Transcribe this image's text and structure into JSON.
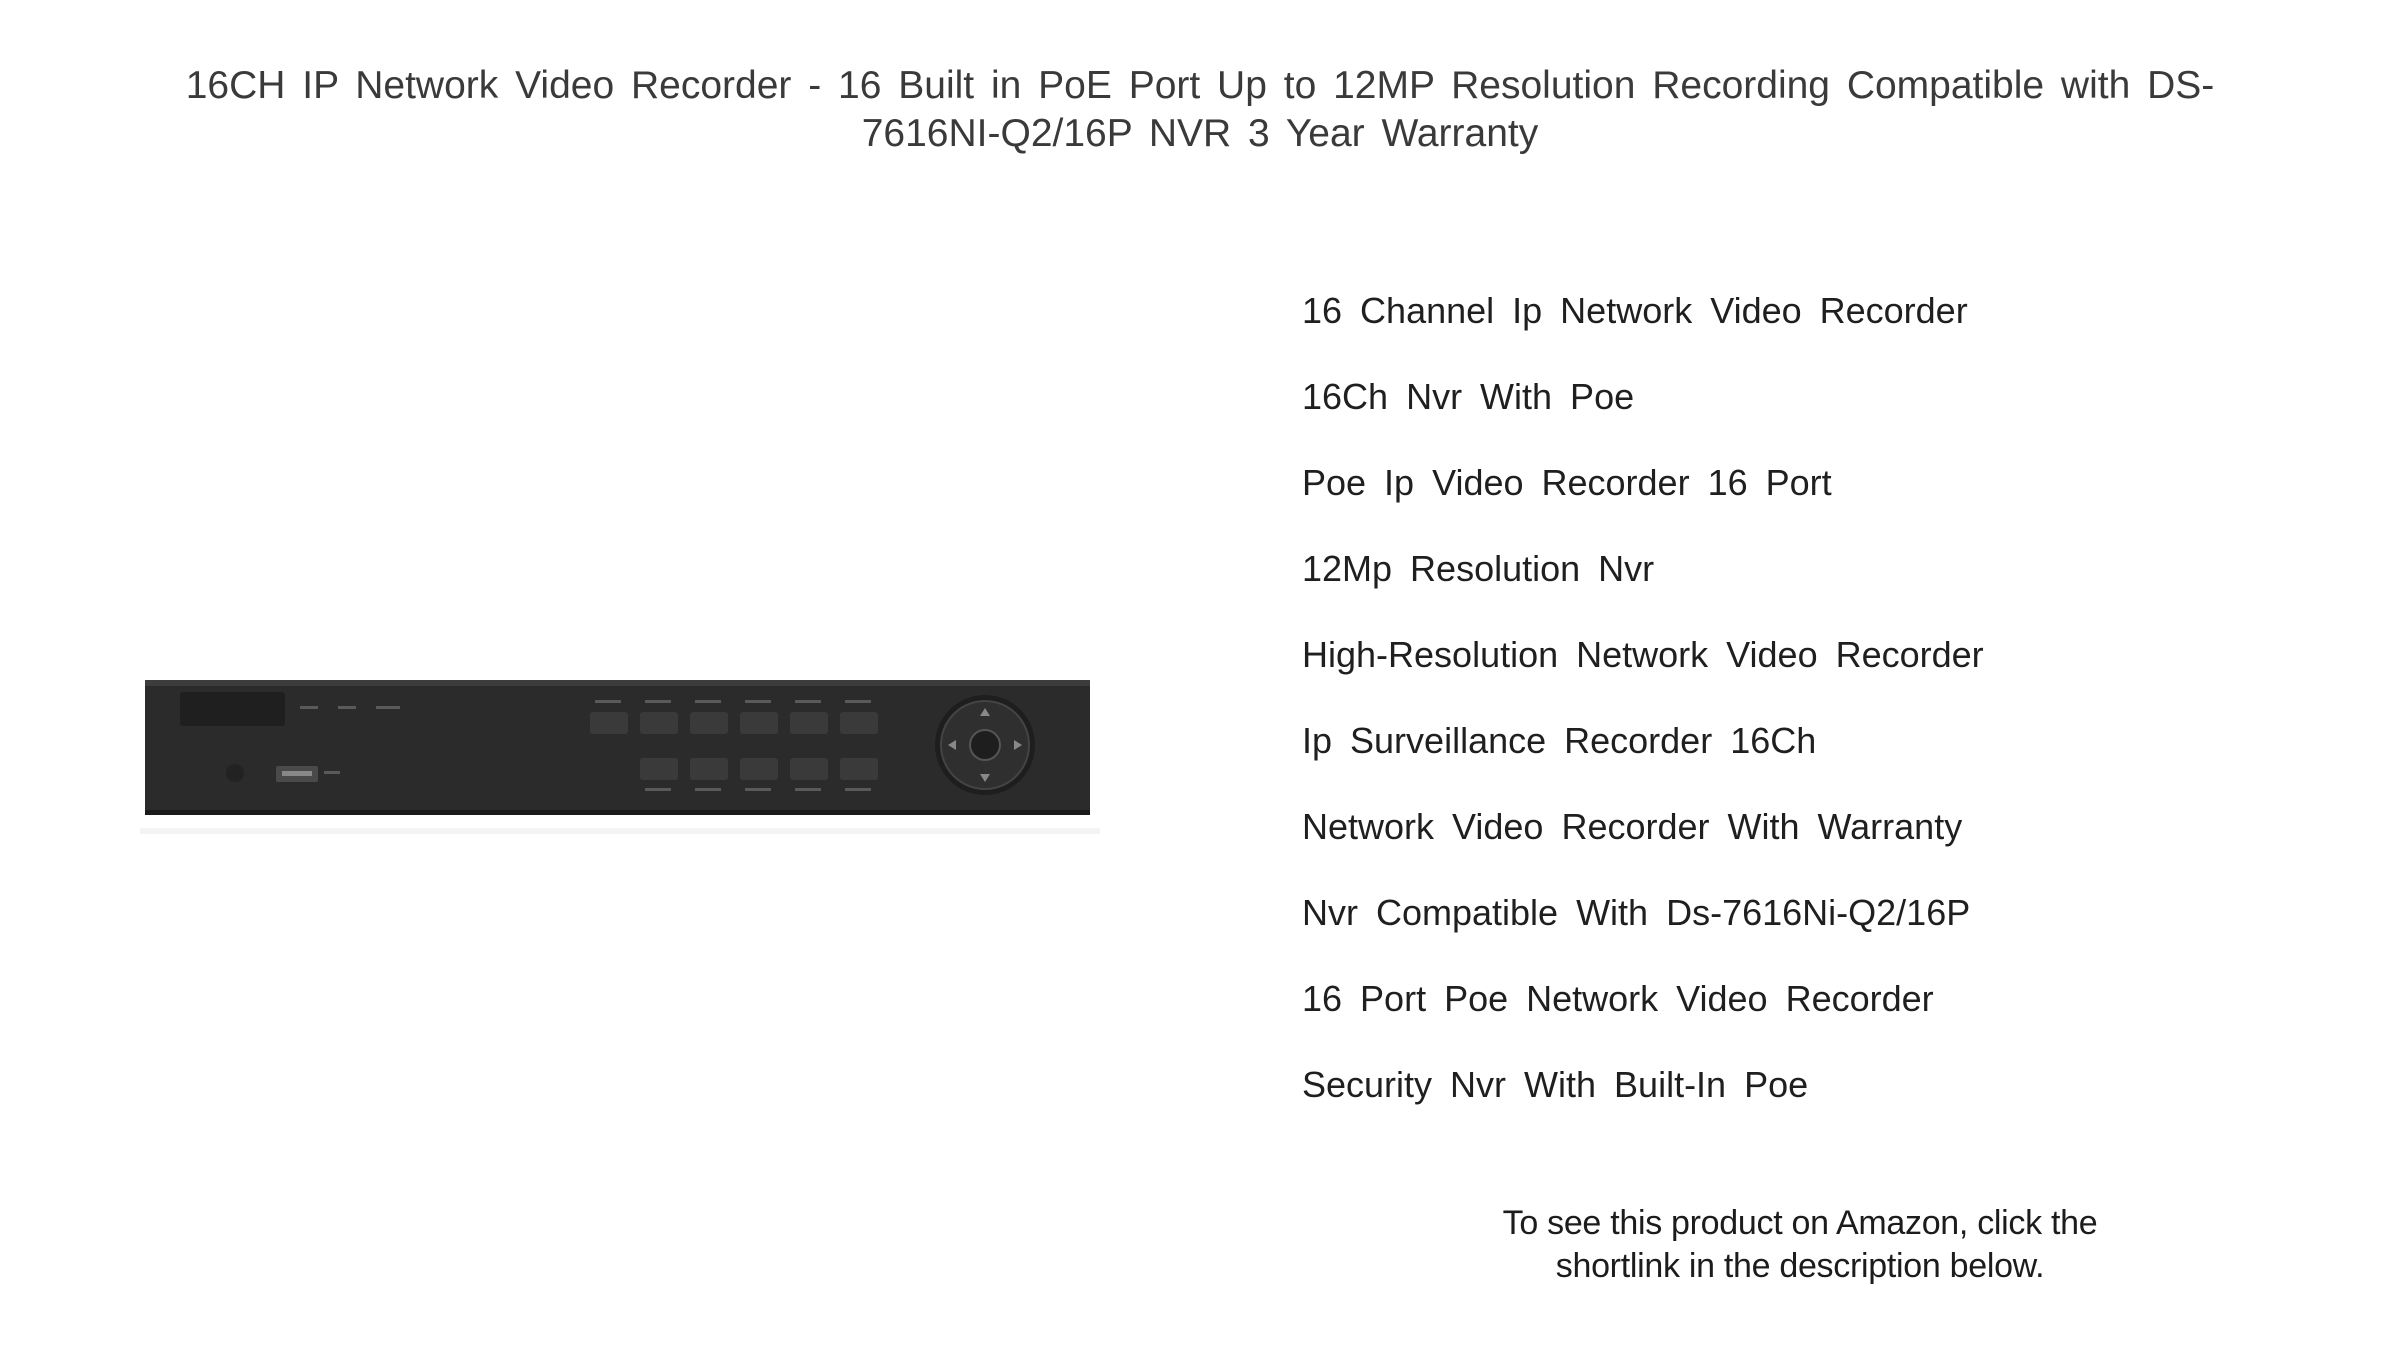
{
  "title": "16CH IP Network Video Recorder - 16 Built in PoE Port Up to 12MP Resolution Recording Compatible with DS-7616NI-Q2/16P NVR 3 Year Warranty",
  "product_image": {
    "icon": "nvr-device-image",
    "colors": {
      "body": "#2b2b2b",
      "panel": "#1e1e1e",
      "button": "#3a3a3a",
      "highlight": "#555555"
    }
  },
  "keywords": [
    "16 Channel Ip Network Video Recorder",
    "16Ch Nvr With Poe",
    "Poe Ip Video Recorder 16 Port",
    "12Mp Resolution Nvr",
    "High-Resolution Network Video Recorder",
    "Ip Surveillance Recorder 16Ch",
    "Network Video Recorder With Warranty",
    "Nvr Compatible With Ds-7616Ni-Q2/16P",
    "16 Port Poe Network Video Recorder",
    "Security Nvr With Built-In Poe"
  ],
  "footer_note": "To see this product on Amazon, click the shortlink in the description below."
}
